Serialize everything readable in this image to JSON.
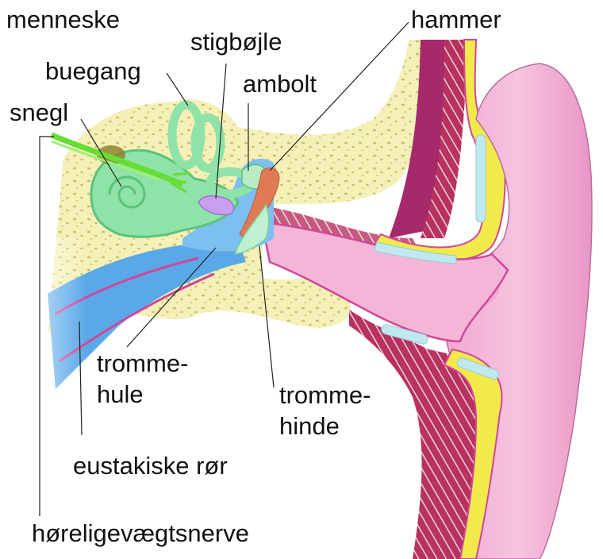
{
  "diagram": {
    "subject": "human ear cross-section",
    "colors": {
      "bone": "#f5f0b8",
      "bone_spots": "#c9c070",
      "inner_ear": "#8fe3a8",
      "inner_ear_stroke": "#5cc27e",
      "nerve": "#66dd33",
      "middle_ear": "#5aa8e8",
      "outer_ear": "#f3b6d6",
      "outer_ear_stroke": "#d0479a",
      "cartilage_yellow": "#f2ea4a",
      "muscle": "#b8325e",
      "hammer_anvil": "#e07a55",
      "stirrup": "#c9a0f0",
      "eardrum": "#bff0cf",
      "cartilage_bar": "#bfe8ef"
    },
    "labels": {
      "title": "menneske",
      "stirrup": "stigbøjle",
      "semicircular": "buegang",
      "anvil": "ambolt",
      "hammer": "hammer",
      "cochlea": "snegl",
      "tympanic_cavity_1": "tromme-",
      "tympanic_cavity_2": "hule",
      "eardrum_1": "tromme-",
      "eardrum_2": "hinde",
      "eustachian": "eustakiske rør",
      "nerve": "høreligevægtsnerve"
    }
  }
}
